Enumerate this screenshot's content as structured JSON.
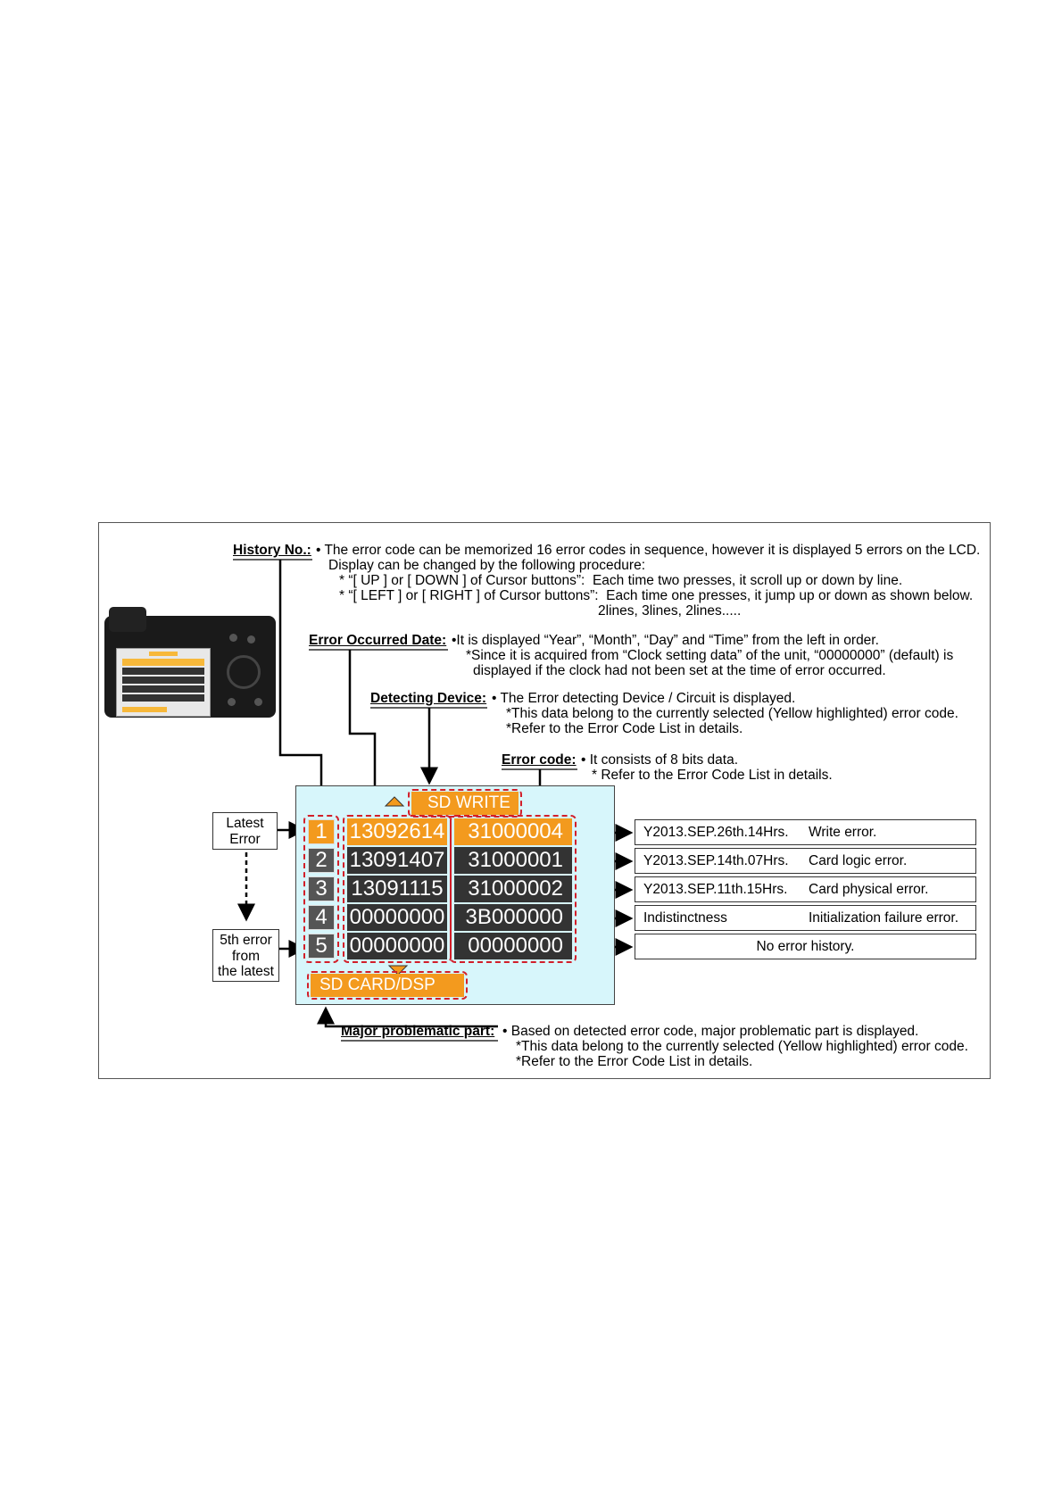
{
  "history_no": {
    "heading": "History No.:",
    "lines": [
      "• The error code can be memorized 16 error codes in sequence, however it is displayed 5 errors on the LCD.",
      "Display can be changed by the following procedure:",
      "* “[ UP ] or [ DOWN ] of Cursor buttons”:  Each time two presses, it scroll up or down by line.",
      "* “[ LEFT ] or [ RIGHT ] of Cursor buttons”:  Each time one presses, it jump up or down as shown below.",
      "2lines, 3lines, 2lines....."
    ]
  },
  "error_date": {
    "heading": "Error Occurred Date:",
    "lines": [
      "•It is displayed “Year”, “Month”, “Day” and “Time” from the left in order.",
      "*Since it is acquired from “Clock setting data” of the unit, “00000000” (default) is",
      "displayed if the clock had not been set at the time of error occurred."
    ]
  },
  "detecting_device": {
    "heading": "Detecting Device:",
    "lines": [
      "• The Error detecting Device / Circuit is displayed.",
      "*This data belong to the currently selected (Yellow highlighted) error code.",
      "*Refer to the Error Code List in details."
    ]
  },
  "error_code": {
    "heading": "Error code:",
    "lines": [
      "• It consists of 8 bits data.",
      "* Refer to the Error Code List in details."
    ]
  },
  "major_part": {
    "heading": "Major problematic part:",
    "lines": [
      "• Based on detected error code, major problematic part is displayed.",
      "*This data belong to the currently selected (Yellow highlighted) error code.",
      "*Refer to the Error Code List in details."
    ]
  },
  "latest_label": "Latest\nError",
  "fifth_label": "5th error\nfrom\nthe latest",
  "lcd": {
    "device": "SD WRITE",
    "part": "SD CARD/DSP",
    "rows": [
      {
        "no": "1",
        "date": "13092614",
        "code": "31000004"
      },
      {
        "no": "2",
        "date": "13091407",
        "code": "31000001"
      },
      {
        "no": "3",
        "date": "13091115",
        "code": "31000002"
      },
      {
        "no": "4",
        "date": "00000000",
        "code": "3B000000"
      },
      {
        "no": "5",
        "date": "00000000",
        "code": "00000000"
      }
    ]
  },
  "explanations": [
    {
      "date": "Y2013.SEP.26th.14Hrs.",
      "msg": "Write error."
    },
    {
      "date": "Y2013.SEP.14th.07Hrs.",
      "msg": "Card logic error."
    },
    {
      "date": "Y2013.SEP.11th.15Hrs.",
      "msg": "Card physical error."
    },
    {
      "date": "Indistinctness",
      "msg": "Initialization failure error."
    },
    {
      "center": "No error history."
    }
  ]
}
